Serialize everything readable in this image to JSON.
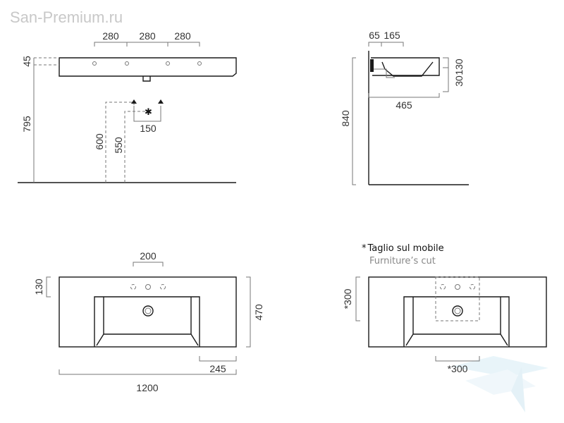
{
  "watermark": {
    "text": "San-Premium.ru"
  },
  "front_view": {
    "tap_spacing": [
      "280",
      "280",
      "280"
    ],
    "top_thickness": "45",
    "basin_height": "795",
    "supply_height": "600",
    "drain_height": "550",
    "supply_offset": "150"
  },
  "side_view": {
    "wall_offset": "65",
    "tap_offset": "165",
    "rim_thickness": "30",
    "bowl_height": "130",
    "depth": "465",
    "height": "840"
  },
  "top_view": {
    "tap_spacing": "200",
    "tap_zone": "130",
    "depth": "470",
    "side_shelf": "245",
    "width": "1200"
  },
  "cut_view": {
    "note_title": "Taglio sul mobile",
    "note_sub": "Furniture’s cut",
    "note_mark": "*",
    "cut_depth": "*300",
    "cut_width": "*300"
  },
  "colors": {
    "line": "#1a1a1a",
    "text": "#333333",
    "dashed": "#777777",
    "watermark": "#c8c8c8"
  }
}
